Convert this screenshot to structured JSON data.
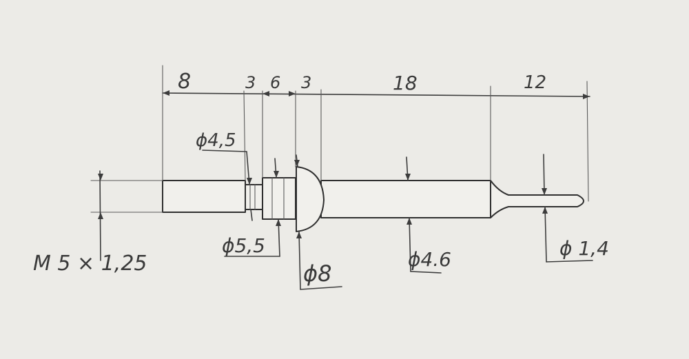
{
  "drawing": {
    "dimensions": {
      "thread_length": "8",
      "groove_length": "3",
      "collar_length": "6",
      "flange_length": "3",
      "shaft_length": "18",
      "tip_length": "12"
    },
    "diameters": {
      "groove": "ϕ4,5",
      "collar": "ϕ5,5",
      "flange": "ϕ8",
      "shaft": "ϕ4.6",
      "tip": "ϕ 1,4"
    },
    "thread": "M 5 × 1,25"
  },
  "colors": {
    "paper": "#ecebe7",
    "pencil": "#3a3a3a"
  }
}
